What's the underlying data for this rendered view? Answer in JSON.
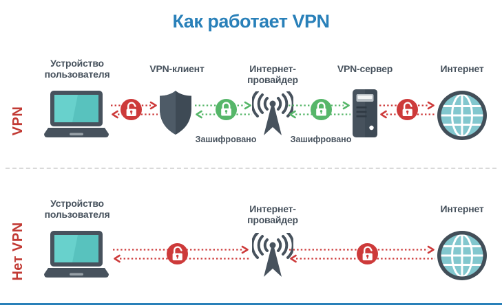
{
  "title": "Как работает VPN",
  "colors": {
    "title_blue": "#2980b9",
    "accent_red": "#cd3a3a",
    "accent_green": "#56b669",
    "text_dark": "#47525d",
    "row_label_red": "#c23a34",
    "screen_teal": "#68d1cc"
  },
  "top": {
    "row_label": "VPN",
    "nodes": [
      {
        "label": "Устройство пользователя",
        "icon": "laptop-icon"
      },
      {
        "label": "VPN-клиент",
        "icon": "shield-icon"
      },
      {
        "label": "Интернет-провайдер",
        "icon": "antenna-icon"
      },
      {
        "label": "VPN-сервер",
        "icon": "server-icon"
      },
      {
        "label": "Интернет",
        "icon": "globe-icon"
      }
    ],
    "links": [
      {
        "state": "unencrypted",
        "lock": "open",
        "color": "#cd3a3a"
      },
      {
        "state": "encrypted",
        "lock": "closed",
        "color": "#56b669",
        "caption": "Зашифровано"
      },
      {
        "state": "encrypted",
        "lock": "closed",
        "color": "#56b669",
        "caption": "Зашифровано"
      },
      {
        "state": "unencrypted",
        "lock": "open",
        "color": "#cd3a3a"
      }
    ]
  },
  "bottom": {
    "row_label": "Нет VPN",
    "nodes": [
      {
        "label": "Устройство пользователя",
        "icon": "laptop-icon"
      },
      {
        "label": "Интернет-провайдер",
        "icon": "antenna-icon"
      },
      {
        "label": "Интернет",
        "icon": "globe-icon"
      }
    ],
    "links": [
      {
        "state": "unencrypted",
        "lock": "open",
        "color": "#cd3a3a"
      },
      {
        "state": "unencrypted",
        "lock": "open",
        "color": "#cd3a3a"
      }
    ]
  }
}
